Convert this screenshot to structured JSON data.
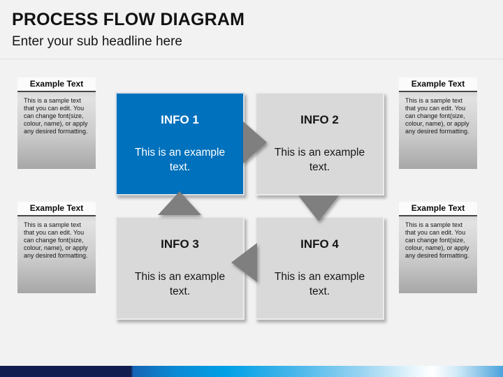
{
  "header": {
    "title": "PROCESS FLOW DIAGRAM",
    "subtitle": "Enter your sub headline here"
  },
  "side_panels": [
    {
      "position": "top-left",
      "header": "Example Text",
      "body": "This is a sample text that you can edit. You can change font(size, colour, name), or apply any desired formatting."
    },
    {
      "position": "bottom-left",
      "header": "Example Text",
      "body": "This is a sample text that you can edit. You can change font(size, colour, name), or apply any desired formatting."
    },
    {
      "position": "top-right",
      "header": "Example Text",
      "body": "This is a sample text that you can edit. You can change font(size, colour, name), or apply any desired formatting."
    },
    {
      "position": "bottom-right",
      "header": "Example Text",
      "body": "This is a sample text that you can edit. You can change font(size, colour, name), or apply any desired formatting."
    }
  ],
  "info_boxes": [
    {
      "title": "INFO 1",
      "body": "This is an example text.",
      "fill": "#0071bc",
      "text_color": "#ffffff"
    },
    {
      "title": "INFO 2",
      "body": "This is an example text.",
      "fill": "#d9d9d9",
      "text_color": "#161616"
    },
    {
      "title": "INFO 3",
      "body": "This is an example text.",
      "fill": "#d9d9d9",
      "text_color": "#161616"
    },
    {
      "title": "INFO 4",
      "body": "This is an example text.",
      "fill": "#d9d9d9",
      "text_color": "#161616"
    }
  ],
  "flow_arrows": [
    {
      "direction": "right",
      "from": "INFO 1",
      "to": "INFO 2"
    },
    {
      "direction": "down",
      "from": "INFO 2",
      "to": "INFO 4"
    },
    {
      "direction": "left",
      "from": "INFO 4",
      "to": "INFO 3"
    },
    {
      "direction": "up",
      "from": "INFO 3",
      "to": "INFO 1"
    }
  ],
  "colors": {
    "background": "#f2f2f2",
    "accent_blue": "#0071bc",
    "box_gray": "#d9d9d9",
    "arrow_gray": "#7f7f7f",
    "panel_rule": "#474747",
    "bar_navy": "#111d4e",
    "bar_bright_blue": "#00a0e6"
  }
}
